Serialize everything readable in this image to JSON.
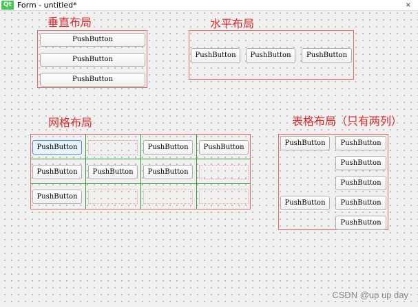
{
  "window": {
    "title": "Form - untitled*",
    "logo": "Qt",
    "close": "×"
  },
  "button_label": "PushButton",
  "vertical_layout": {
    "label": "垂直布局",
    "buttons": [
      "PushButton",
      "PushButton",
      "PushButton"
    ]
  },
  "horizontal_layout": {
    "label": "水平布局",
    "buttons": [
      "PushButton",
      "PushButton",
      "PushButton"
    ]
  },
  "grid_layout": {
    "label": "网格布局",
    "rows": [
      [
        "PushButton",
        "",
        "PushButton",
        "PushButton"
      ],
      [
        "PushButton",
        "PushButton",
        "PushButton",
        ""
      ],
      [
        "PushButton",
        "",
        "",
        ""
      ]
    ]
  },
  "form_layout": {
    "label": "表格布局（只有两列）",
    "rows": [
      [
        "PushButton",
        "PushButton"
      ],
      [
        "",
        "PushButton"
      ],
      [
        "",
        "PushButton"
      ],
      [
        "PushButton",
        "PushButton"
      ],
      [
        "",
        "PushButton"
      ]
    ]
  },
  "watermark": "CSDN @up up day",
  "colors": {
    "label_red": "#e32b2b",
    "layout_border": "#e46b6b",
    "grid_line": "#2e9a2e",
    "qt_green": "#41cd52"
  }
}
